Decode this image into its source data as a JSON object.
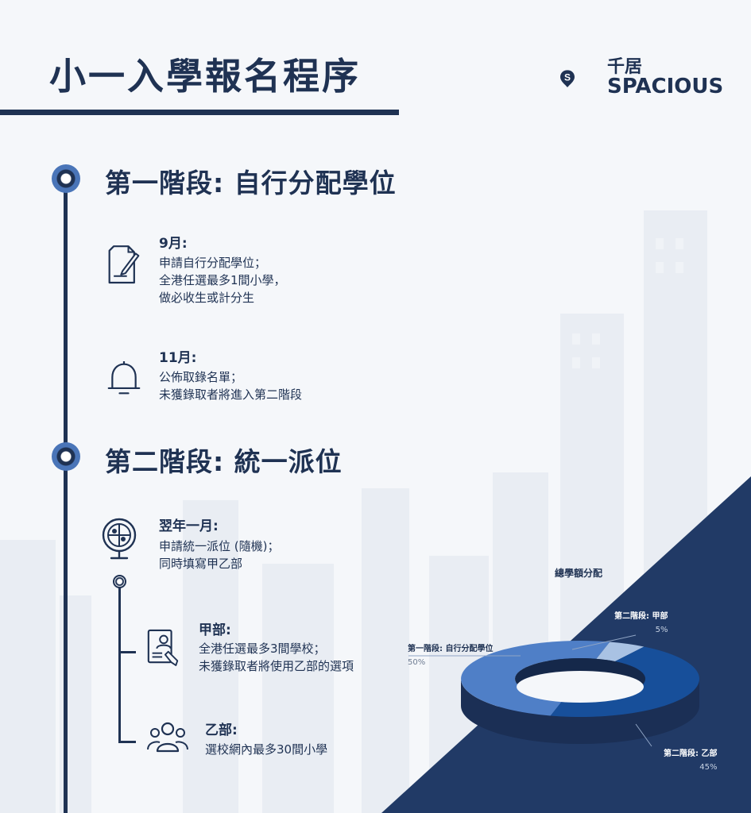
{
  "header": {
    "title": "小一入學報名程序",
    "logo_cn": "千居",
    "logo_en": "SPACIOUS"
  },
  "stage1": {
    "title": "第一階段: 自行分配學位",
    "steps": [
      {
        "month": "9月:",
        "lines": [
          "申請自行分配學位；",
          "全港任選最多1間小學，",
          "做必收生或計分生"
        ],
        "icon": "application-form-icon"
      },
      {
        "month": "11月:",
        "lines": [
          "公佈取錄名單；",
          "未獲錄取者將進入第二階段"
        ],
        "icon": "announcement-bell-icon"
      }
    ]
  },
  "stage2": {
    "title": "第二階段: 統一派位",
    "step": {
      "month": "翌年一月:",
      "lines": [
        "申請統一派位 (隨機)；",
        "同時填寫甲乙部"
      ],
      "icon": "lottery-wheel-icon"
    },
    "part_a": {
      "label": "甲部:",
      "lines": [
        "全港任選最多3間學校；",
        "未獲錄取者將使用乙部的選項"
      ],
      "icon": "school-form-icon"
    },
    "part_b": {
      "label": "乙部:",
      "lines": [
        "選校網內最多30間小學"
      ],
      "icon": "group-icon"
    }
  },
  "colors": {
    "navy": "#1f3253",
    "accent": "#4a75b8",
    "dark_triangle": "#213a66"
  },
  "chart_data": {
    "type": "pie",
    "title": "總學額分配",
    "categories": [
      "第一階段: 自行分配學位",
      "第二階段: 甲部",
      "第二階段: 乙部"
    ],
    "values": [
      50,
      5,
      45
    ],
    "value_labels": [
      "50%",
      "5%",
      "45%"
    ],
    "colors": [
      "#4f7fc7",
      "#a9c2e3",
      "#174f9a"
    ]
  }
}
